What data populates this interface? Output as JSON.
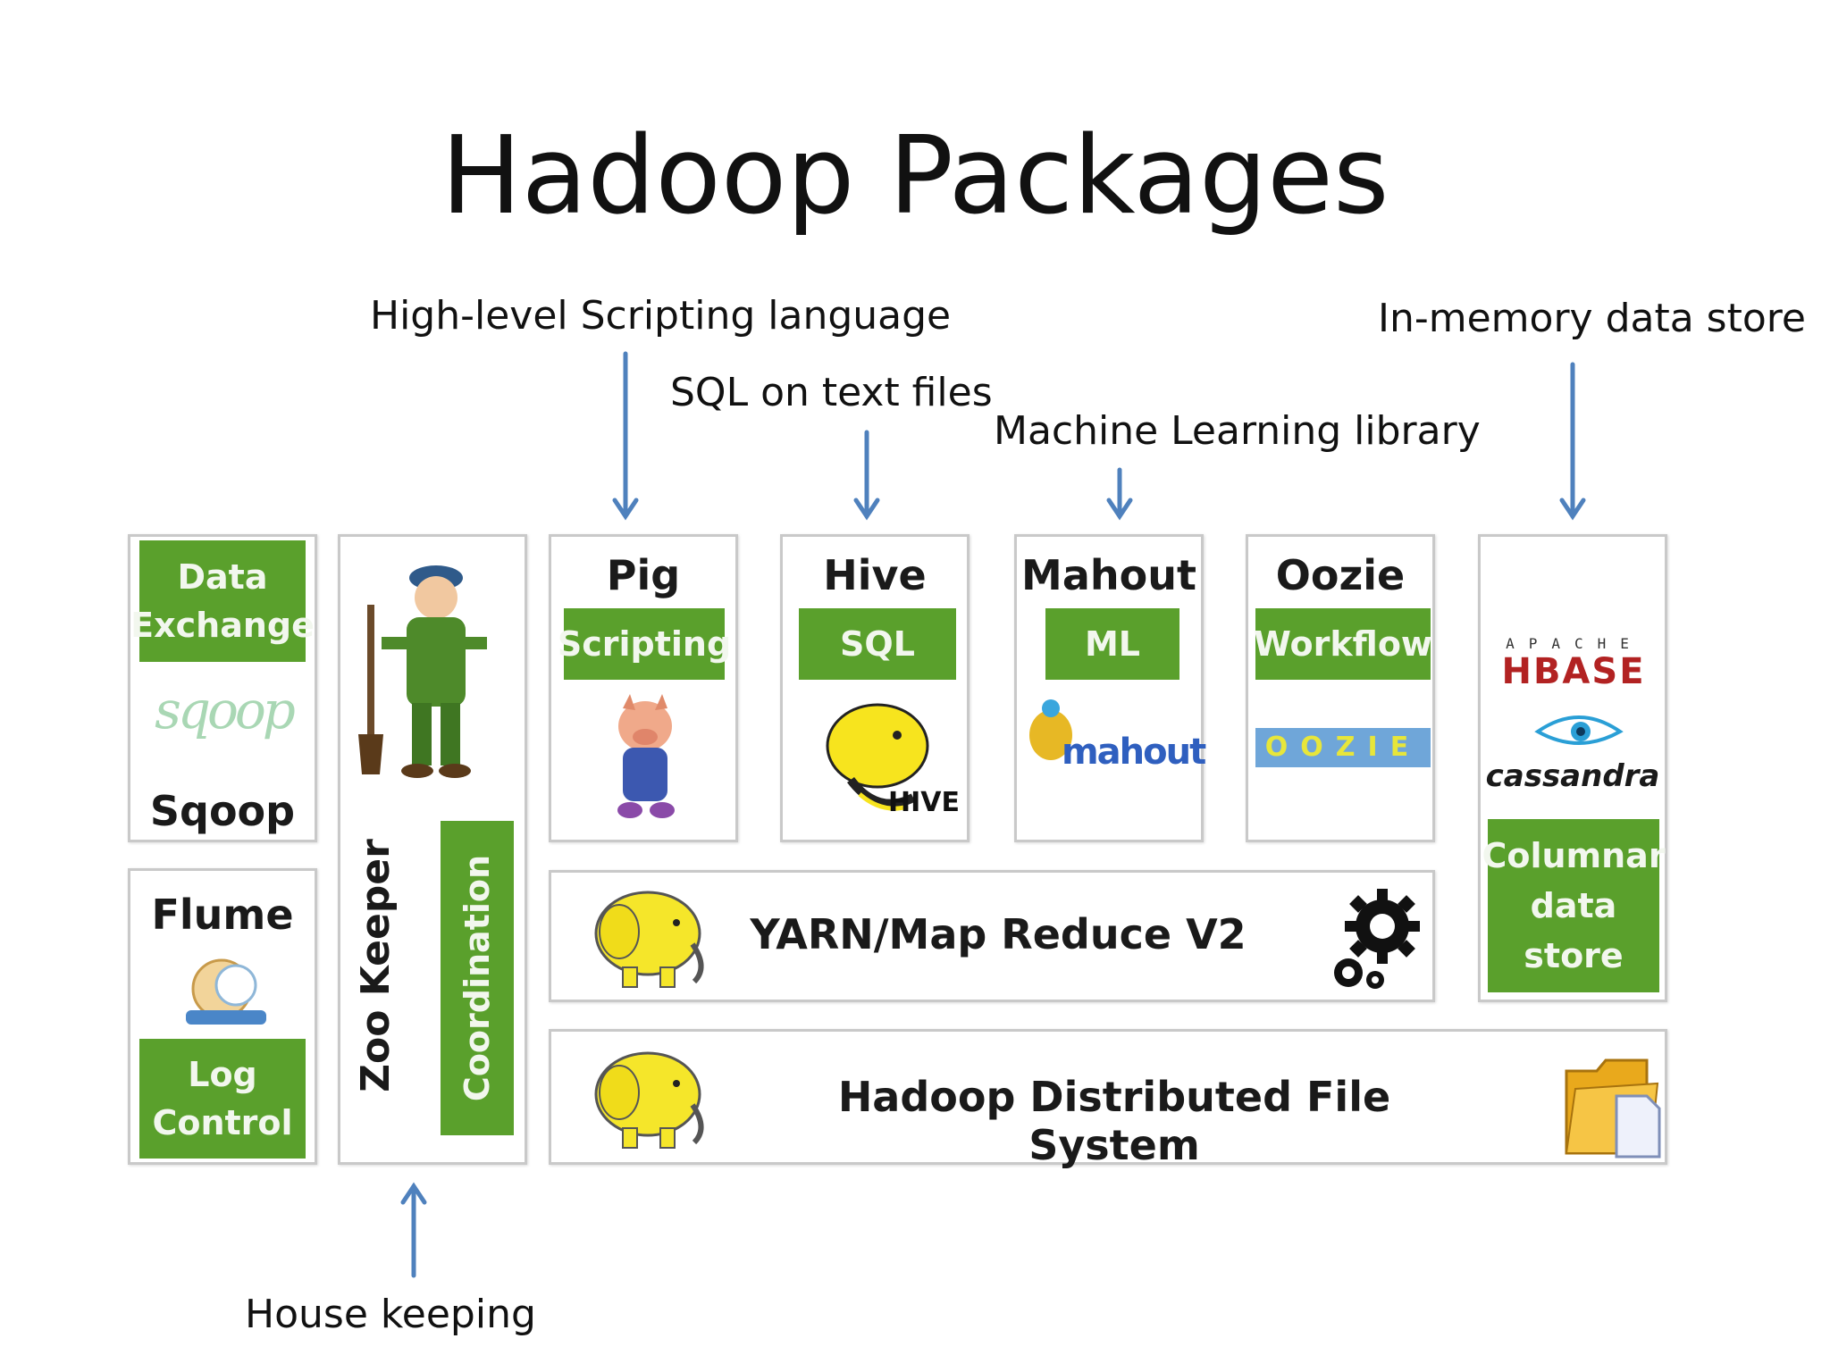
{
  "title": "Hadoop Packages",
  "annotations": {
    "scripting": "High-level Scripting language",
    "sql_text": "SQL on text files",
    "ml_library": "Machine Learning library",
    "in_memory": "In-memory data store",
    "house_keeping": "House keeping"
  },
  "packages": {
    "sqoop": {
      "tag": "Data Exchange",
      "tag_line1": "Data",
      "tag_line2": "Exchange",
      "name": "Sqoop",
      "logo_text": "sqoop"
    },
    "flume": {
      "name": "Flume",
      "tag_line1": "Log",
      "tag_line2": "Control"
    },
    "zookeeper": {
      "name": "Zoo Keeper",
      "tag": "Coordination"
    },
    "pig": {
      "name": "Pig",
      "tag": "Scripting"
    },
    "hive": {
      "name": "Hive",
      "tag": "SQL",
      "logo_text": "HIVE"
    },
    "mahout": {
      "name": "Mahout",
      "tag": "ML",
      "logo_text": "mahout"
    },
    "oozie": {
      "name": "Oozie",
      "tag": "Workflow",
      "logo_text": "OOZIE"
    },
    "columnar": {
      "hbase_top": "APACHE",
      "hbase": "HBASE",
      "cassandra": "cassandra",
      "tag_line1": "Columnar",
      "tag_line2": "data",
      "tag_line3": "store"
    },
    "yarn": {
      "name": "YARN/Map Reduce V2"
    },
    "hdfs": {
      "name": "Hadoop Distributed File System"
    }
  },
  "colors": {
    "green": "#5aa02c",
    "arrow": "#4f81bd",
    "elephant": "#f5e62a",
    "border": "#c9c9c9"
  },
  "icons": [
    "zookeeper-mascot",
    "pig-mascot",
    "hive-bee-elephant",
    "hadoop-elephant-icon",
    "gears-icon",
    "folder-icon",
    "cassandra-eye-icon",
    "flume-logo"
  ]
}
